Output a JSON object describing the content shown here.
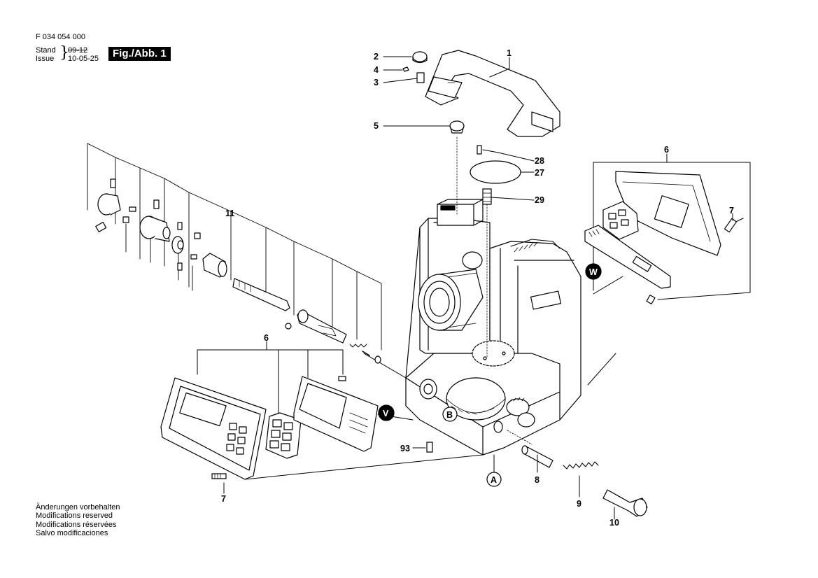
{
  "header": {
    "code": "F 034 054 000",
    "stand_label": "Stand",
    "issue_label": "Issue",
    "brace": "}",
    "stand_date": "09-12",
    "issue_date": "10-05-25",
    "figure": "Fig./Abb. 1"
  },
  "notes": [
    "Änderungen vorbehalten",
    "Modifications reserved",
    "Modifications réservées",
    "Salvo modificaciones"
  ],
  "part_labels": {
    "p1": "1",
    "p2": "2",
    "p3": "3",
    "p4": "4",
    "p5": "5",
    "p6a": "6",
    "p6b": "6",
    "p7a": "7",
    "p7b": "7",
    "p8": "8",
    "p9": "9",
    "p10": "10",
    "p11": "11",
    "p27": "27",
    "p28": "28",
    "p29": "29",
    "p93": "93"
  },
  "callouts": {
    "A": "A",
    "B": "B",
    "V": "V",
    "W": "W"
  },
  "colors": {
    "ink": "#000000",
    "paper": "#ffffff",
    "shade": "#d9d9d9"
  }
}
